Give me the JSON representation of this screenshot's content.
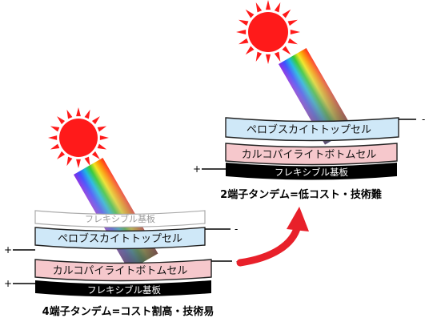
{
  "right_stack": {
    "top_cell_label": "ペロブスカイトトップセル",
    "bottom_cell_label": "カルコパイライトボトムセル",
    "substrate_label": "フレキシブル基板",
    "plus_terminal": "+",
    "minus_terminal": "-",
    "caption": "2端子タンデム=低コスト・技術難"
  },
  "left_stack": {
    "top_substrate_label": "フレキシブル基板",
    "top_cell_label": "ペロブスカイトトップセル",
    "bottom_cell_label": "カルコパイライトボトムセル",
    "bottom_substrate_label": "フレキシブル基板",
    "top_plus_terminal": "+",
    "top_minus_terminal": "-",
    "bottom_plus_terminal": "+",
    "bottom_minus_terminal": "-",
    "caption": "4端子タンデム=コスト割高・技術易"
  },
  "colors": {
    "sun": "#ff1a1a",
    "perovskite_layer": "#cfe8f8",
    "chalcopyrite_layer": "#f6c8cc",
    "substrate_layer": "#000000",
    "arrow": "#e8202a"
  },
  "icons": {
    "sun": "sun-icon",
    "arrow": "curved-arrow-icon"
  }
}
